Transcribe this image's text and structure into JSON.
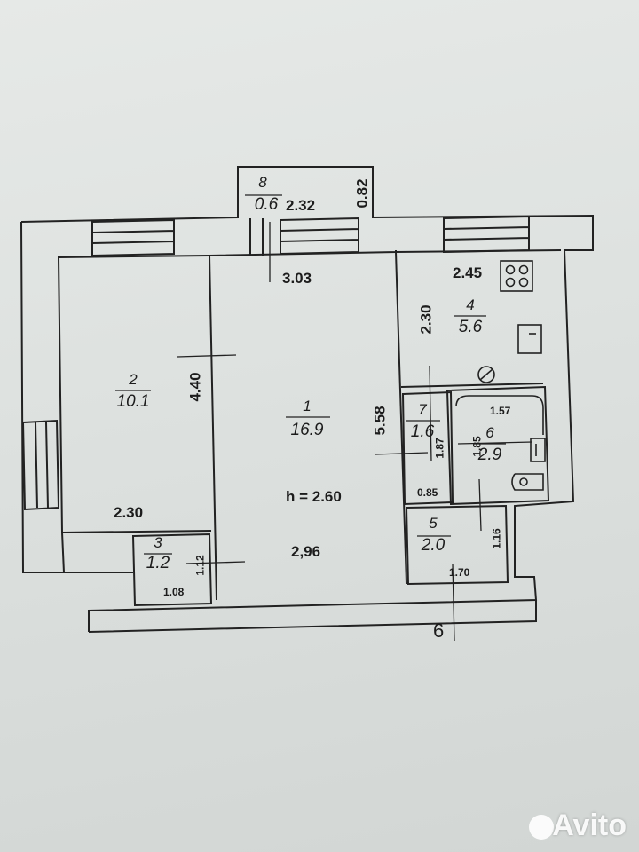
{
  "rooms": [
    {
      "id": "1",
      "number": "1",
      "area": "16.9"
    },
    {
      "id": "2",
      "number": "2",
      "area": "10.1"
    },
    {
      "id": "3",
      "number": "3",
      "area": "1.2"
    },
    {
      "id": "4",
      "number": "4",
      "area": "5.6"
    },
    {
      "id": "5",
      "number": "5",
      "area": "2.0"
    },
    {
      "id": "6",
      "number": "6",
      "area": "2.9"
    },
    {
      "id": "7",
      "number": "7",
      "area": "1.6"
    },
    {
      "id": "8",
      "number": "8",
      "area": "0.6"
    }
  ],
  "dimensions": {
    "balcony_width": "2.32",
    "balcony_depth": "0.82",
    "room1_width_top": "3.03",
    "room1_width_bottom": "2,96",
    "room1_length": "5.58",
    "room2_length": "4.40",
    "room2_width": "2.30",
    "kitchen_width": "2.45",
    "kitchen_length": "2.30",
    "bath_width": "1.57",
    "bath_length": "1.85",
    "closet7_length": "1.87",
    "closet7_width": "0.85",
    "wc_length": "1.16",
    "wc_width": "1.70",
    "closet3_width": "1.08",
    "closet3_length": "1.12",
    "ceiling_height": "h = 2.60"
  },
  "section_mark": "6",
  "watermark": "Avito",
  "icons": [
    "stove-icon",
    "sink-icon",
    "bathtub-icon",
    "toilet-icon"
  ]
}
